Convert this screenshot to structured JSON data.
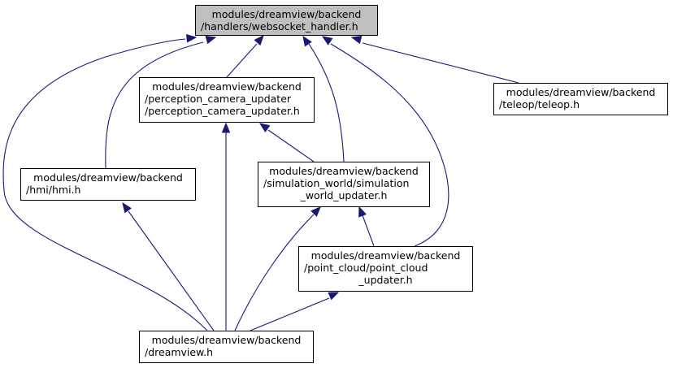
{
  "graph": {
    "nodes": {
      "websocket_handler": {
        "lines": [
          "modules/dreamview/backend",
          "/handlers/websocket_handler.h"
        ],
        "fill": "#bfbfbf"
      },
      "perception_camera_updater": {
        "lines": [
          "modules/dreamview/backend",
          "/perception_camera_updater",
          "/perception_camera_updater.h"
        ]
      },
      "teleop": {
        "lines": [
          "modules/dreamview/backend",
          "/teleop/teleop.h"
        ]
      },
      "hmi": {
        "lines": [
          "modules/dreamview/backend",
          "/hmi/hmi.h"
        ]
      },
      "simulation_world_updater": {
        "lines": [
          "modules/dreamview/backend",
          "/simulation_world/simulation",
          "_world_updater.h"
        ]
      },
      "point_cloud_updater": {
        "lines": [
          "modules/dreamview/backend",
          "/point_cloud/point_cloud",
          "_updater.h"
        ]
      },
      "dreamview": {
        "lines": [
          "modules/dreamview/backend",
          "/dreamview.h"
        ]
      }
    },
    "edges": [
      {
        "from": "perception_camera_updater",
        "to": "websocket_handler"
      },
      {
        "from": "teleop",
        "to": "websocket_handler"
      },
      {
        "from": "hmi",
        "to": "websocket_handler"
      },
      {
        "from": "simulation_world_updater",
        "to": "websocket_handler"
      },
      {
        "from": "point_cloud_updater",
        "to": "websocket_handler"
      },
      {
        "from": "dreamview",
        "to": "websocket_handler"
      },
      {
        "from": "dreamview",
        "to": "perception_camera_updater"
      },
      {
        "from": "simulation_world_updater",
        "to": "perception_camera_updater"
      },
      {
        "from": "dreamview",
        "to": "hmi"
      },
      {
        "from": "dreamview",
        "to": "simulation_world_updater"
      },
      {
        "from": "point_cloud_updater",
        "to": "simulation_world_updater"
      },
      {
        "from": "dreamview",
        "to": "point_cloud_updater"
      }
    ],
    "edge_color": "#191970"
  }
}
